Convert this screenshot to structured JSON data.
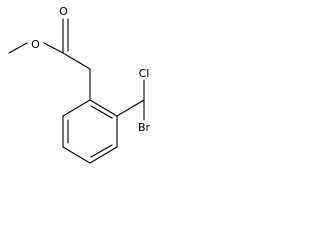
{
  "molecule": {
    "atoms": {
      "oxygen_carbonyl": "O",
      "oxygen_ester": "O",
      "chlorine": "Cl",
      "bromine": "Br"
    }
  },
  "colors": {
    "bond": "#000000",
    "text": "#000000",
    "background": "#ffffff"
  }
}
